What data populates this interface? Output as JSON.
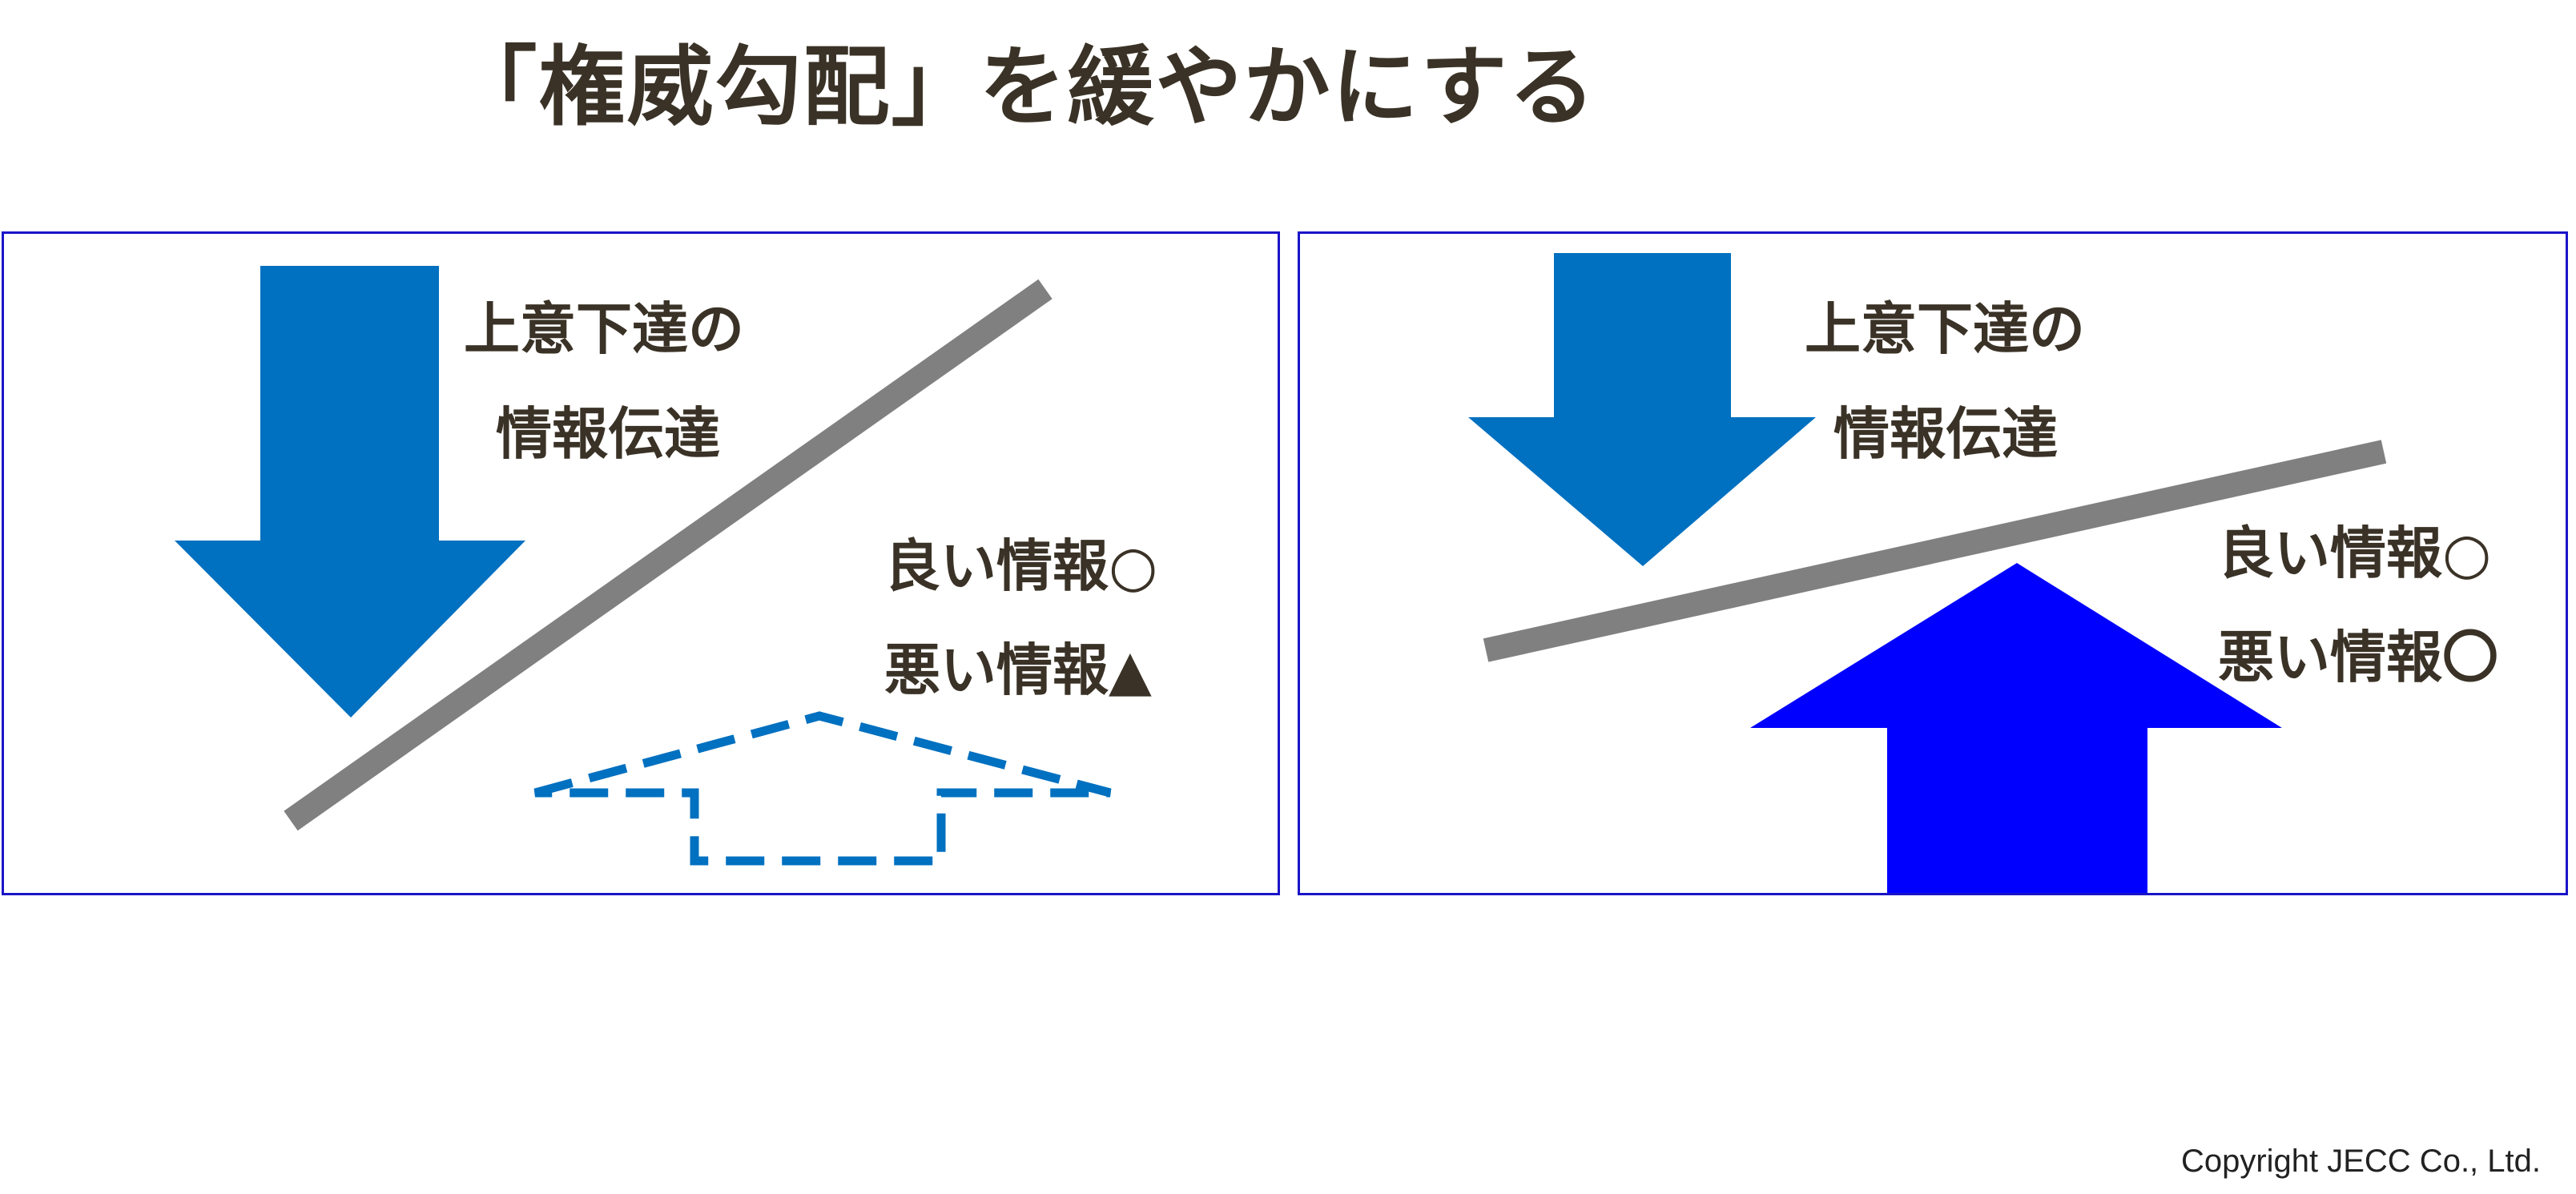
{
  "title": "「権威勾配」を緩やかにする",
  "left_panel": {
    "top_label_line1": "上意下達の",
    "top_label_line2": "情報伝達",
    "good_info": "良い情報○",
    "bad_info": "悪い情報▲"
  },
  "right_panel": {
    "top_label_line1": "上意下達の",
    "top_label_line2": "情報伝達",
    "good_info": "良い情報○",
    "bad_info": "悪い情報〇"
  },
  "copyright": "Copyright JECC Co., Ltd.",
  "colors": {
    "down_arrow": "#0070c0",
    "up_arrow_left": "#0070c0",
    "up_arrow_right": "#0000ff",
    "slope_line": "#808080",
    "panel_border": "#1a14c8",
    "text": "#3a3226"
  }
}
